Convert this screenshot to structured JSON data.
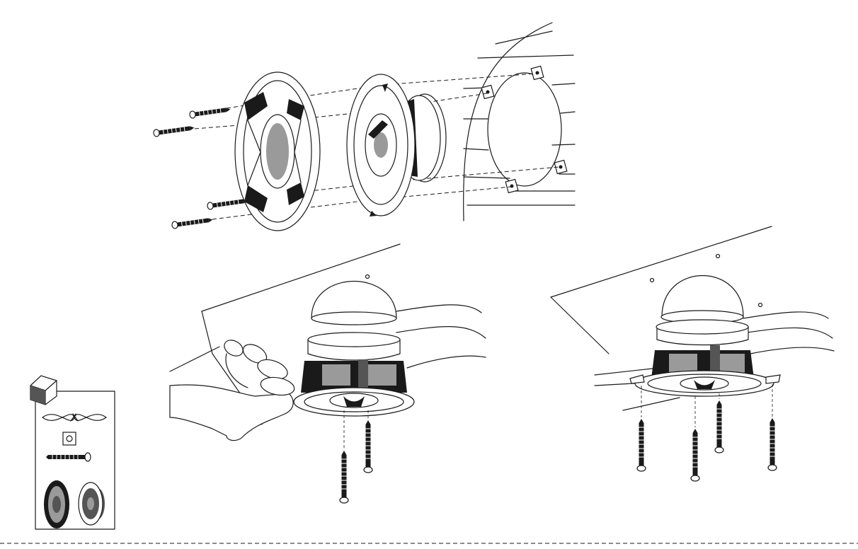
{
  "figure": {
    "kind": "speaker installation exploded-view instructions",
    "colors": {
      "ink": "#1a1a1a",
      "paper": "#ffffff",
      "shade": "#9a9a9a"
    }
  },
  "panels": [
    {
      "id": "front-mount",
      "description_icons": [
        "screw-icon",
        "grille-icon",
        "speaker-icon",
        "panel-cutout-icon"
      ]
    },
    {
      "id": "rear-mount-with-hand",
      "description_icons": [
        "hand-icon",
        "speaker-icon",
        "screw-icon"
      ]
    },
    {
      "id": "rear-mount-four-screws",
      "description_icons": [
        "speaker-icon",
        "screw-icon"
      ]
    }
  ],
  "package_contents": {
    "icons": [
      "box-icon",
      "wire-icon",
      "speed-clip-icon",
      "screw-icon",
      "grille-icon",
      "speaker-icon"
    ]
  }
}
